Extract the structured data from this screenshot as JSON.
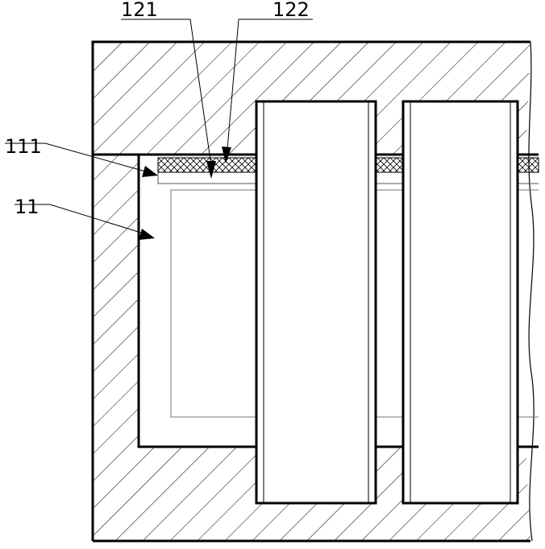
{
  "labels": {
    "l121": "121",
    "l122": "122",
    "l111": "111",
    "l11": "11"
  }
}
